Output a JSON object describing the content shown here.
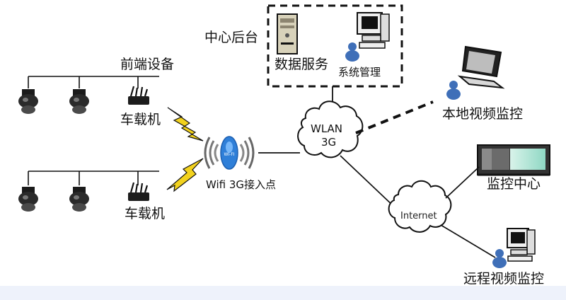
{
  "labels": {
    "central_backend": "中心后台",
    "front_end_devices": "前端设备",
    "data_service": "数据服务",
    "system_management": "系统管理",
    "local_video_monitoring": "本地视频监控",
    "vehicle_unit_top": "车载机",
    "vehicle_unit_bottom": "车载机",
    "wifi_access_point": "Wifi 3G接入点",
    "wlan_cloud": "WLAN",
    "cloud_3g": "3G",
    "internet_cloud": "Internet",
    "monitoring_center": "监控中心",
    "remote_video_monitoring": "远程视频监控",
    "ap_badge": "WI-FI"
  },
  "colors": {
    "line": "#111111",
    "lightning": "#f2d21e",
    "wifi_blue": "#2f7fd8",
    "person_blue": "#3f6fb8",
    "screen_green": "#9fe0c9"
  },
  "icons": [
    "camera-icon",
    "antenna-icon",
    "lightning-icon",
    "wifi-ap-icon",
    "server-icon",
    "computer-icon",
    "laptop-icon",
    "person-icon",
    "cloud-icon",
    "monitor-panel-icon"
  ]
}
